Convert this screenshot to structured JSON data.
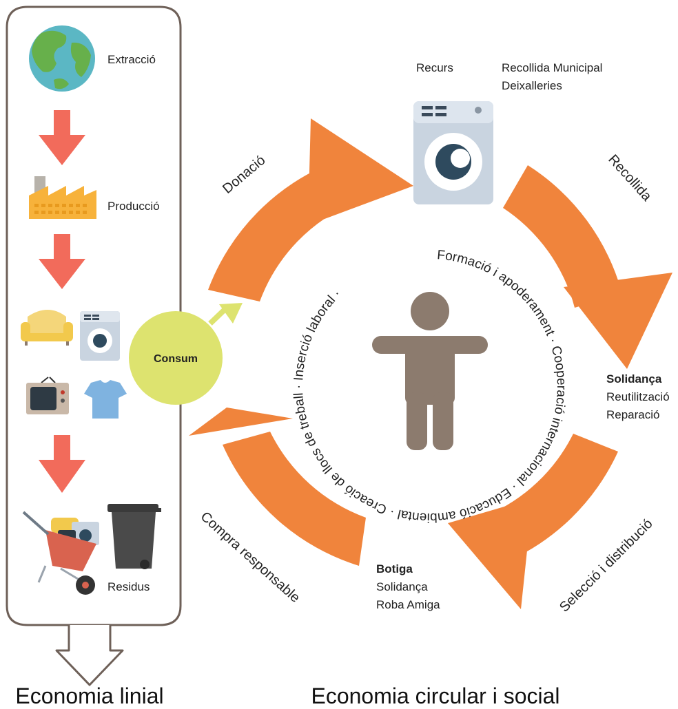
{
  "linear": {
    "steps": {
      "extraction": "Extracció",
      "production": "Producció",
      "waste": "Residus"
    },
    "consumption": "Consum",
    "title": "Economia linial"
  },
  "circular": {
    "title": "Economia circular i social",
    "resource": "Recurs",
    "collection_points": [
      "Recollida Municipal",
      "Deixalleries"
    ],
    "arrows": {
      "donation": "Donació",
      "collection": "Recollida",
      "selection": "Selecció i distribució",
      "purchase": "Compra responsable"
    },
    "solidanca": {
      "title": "Solidança",
      "lines": [
        "Reutilització",
        "Reparació"
      ]
    },
    "botiga": {
      "title": "Botiga",
      "lines": [
        "Solidança",
        "Roba Amiga"
      ]
    },
    "ring_text": "Formació i apoderament · Cooperació internacional · Educació ambiental · Creació de llocs de treball · Inserció laboral ·"
  },
  "colors": {
    "orange": "#f0843c",
    "red_arrow": "#f26b5b",
    "consum": "#dde36f",
    "person": "#8c7b6e",
    "frame": "#6e6058"
  }
}
